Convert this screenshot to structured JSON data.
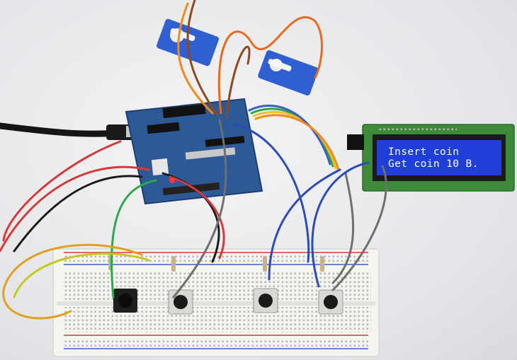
{
  "photo": {
    "subject": "Arduino coin-counter prototype on breadboard",
    "lcd": {
      "line1": "Insert coin",
      "line2": "Get coin 10 B."
    },
    "colors": {
      "pcb": "#2d5a96",
      "lcd_screen": "#1f3fd8",
      "lcd_board": "#3d8a3a",
      "servo": "#2f5fd0",
      "breadboard": "#f4f4f1",
      "rail_red": "#d43a3a",
      "rail_blue": "#3a5fc8"
    }
  }
}
